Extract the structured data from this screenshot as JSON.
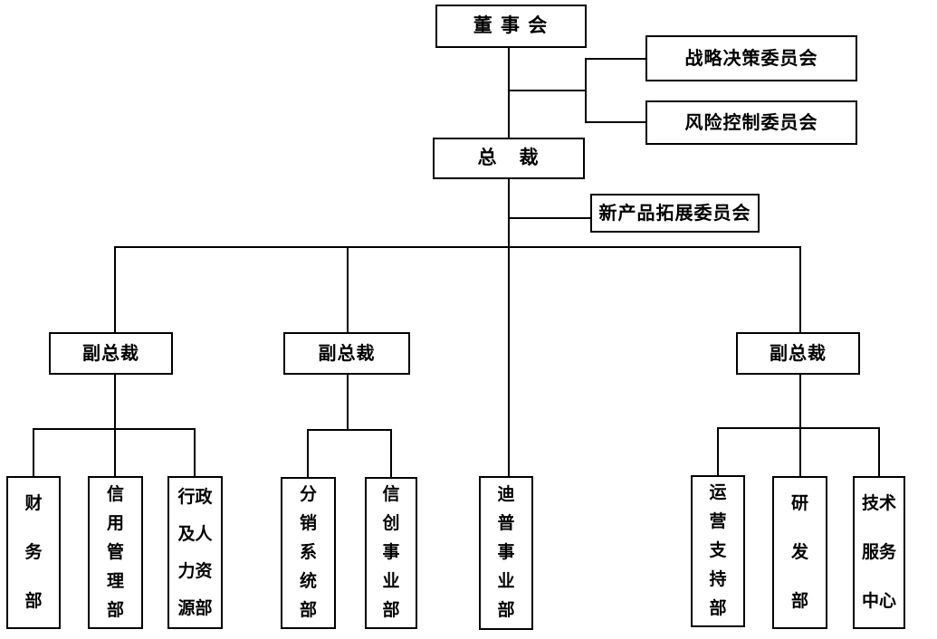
{
  "chart": {
    "type": "org-chart",
    "colors": {
      "line": "#000000",
      "text": "#000000",
      "background": "#ffffff",
      "box_border": "#000000"
    },
    "nodes": {
      "board": "董 事 会",
      "strategy_committee": "战略决策委员会",
      "risk_committee": "风险控制委员会",
      "president": "总　裁",
      "new_product_committee": "新产品拓展委员会",
      "vp_left": "副总裁",
      "vp_middle": "副总裁",
      "vp_right": "副总裁",
      "finance_dept": "财\n务\n部",
      "credit_management_dept": "信\n用\n管\n理\n部",
      "admin_hr_dept": "行政\n及人\n力资\n源部",
      "distribution_system_dept": "分\n销\n系\n统\n部",
      "xinchuang_business_dept": "信\n创\n事\n业\n部",
      "dipu_business_dept": "迪\n普\n事\n业\n部",
      "operations_support_dept": "运\n营\n支\n持\n部",
      "rnd_dept": "研\n发\n部",
      "tech_service_center": "技术\n服务\n中心"
    }
  }
}
